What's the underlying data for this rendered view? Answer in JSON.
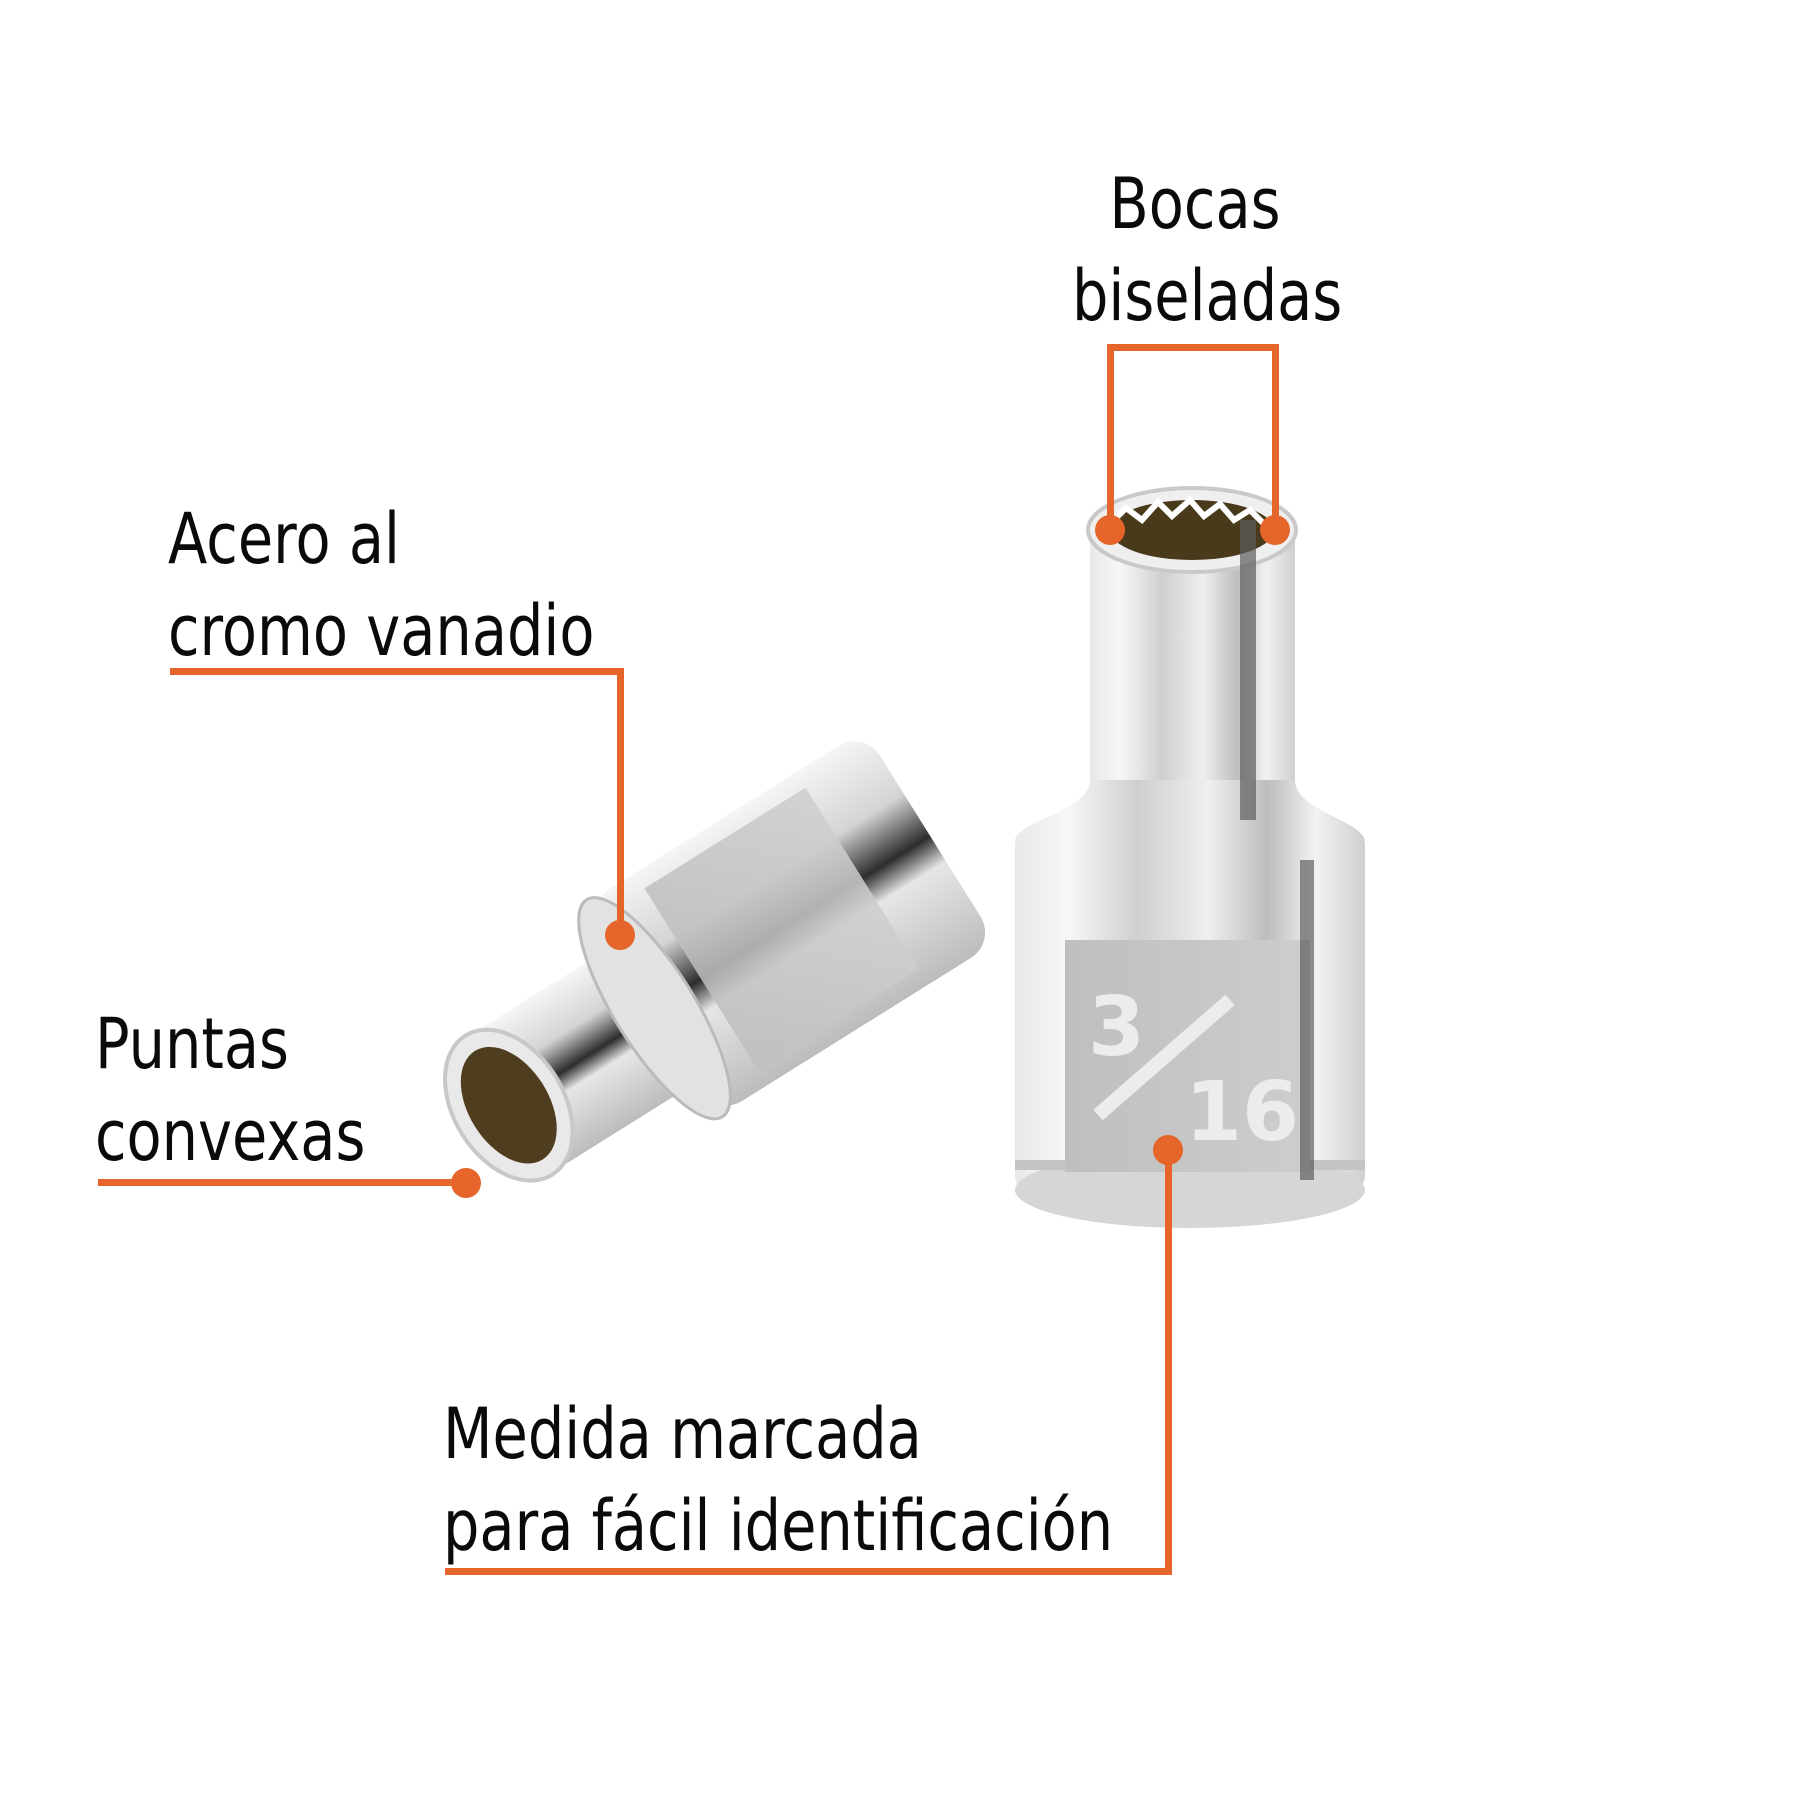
{
  "colors": {
    "accent": "#E5652A",
    "text": "#0a0a0a",
    "background": "#ffffff",
    "chrome": "#d9d9d9",
    "socket_interior": "#4a3a1c"
  },
  "callouts": [
    {
      "id": "bocas",
      "lines": [
        "Bocas",
        "biseladas"
      ]
    },
    {
      "id": "acero",
      "lines": [
        "Acero al",
        "cromo vanadio"
      ]
    },
    {
      "id": "puntas",
      "lines": [
        "Puntas",
        "convexas"
      ]
    },
    {
      "id": "medida",
      "lines": [
        "Medida marcada",
        "para fácil identificación"
      ]
    }
  ],
  "product": {
    "name": "socket",
    "size_marking": {
      "numerator": "3",
      "denominator": "16"
    }
  }
}
